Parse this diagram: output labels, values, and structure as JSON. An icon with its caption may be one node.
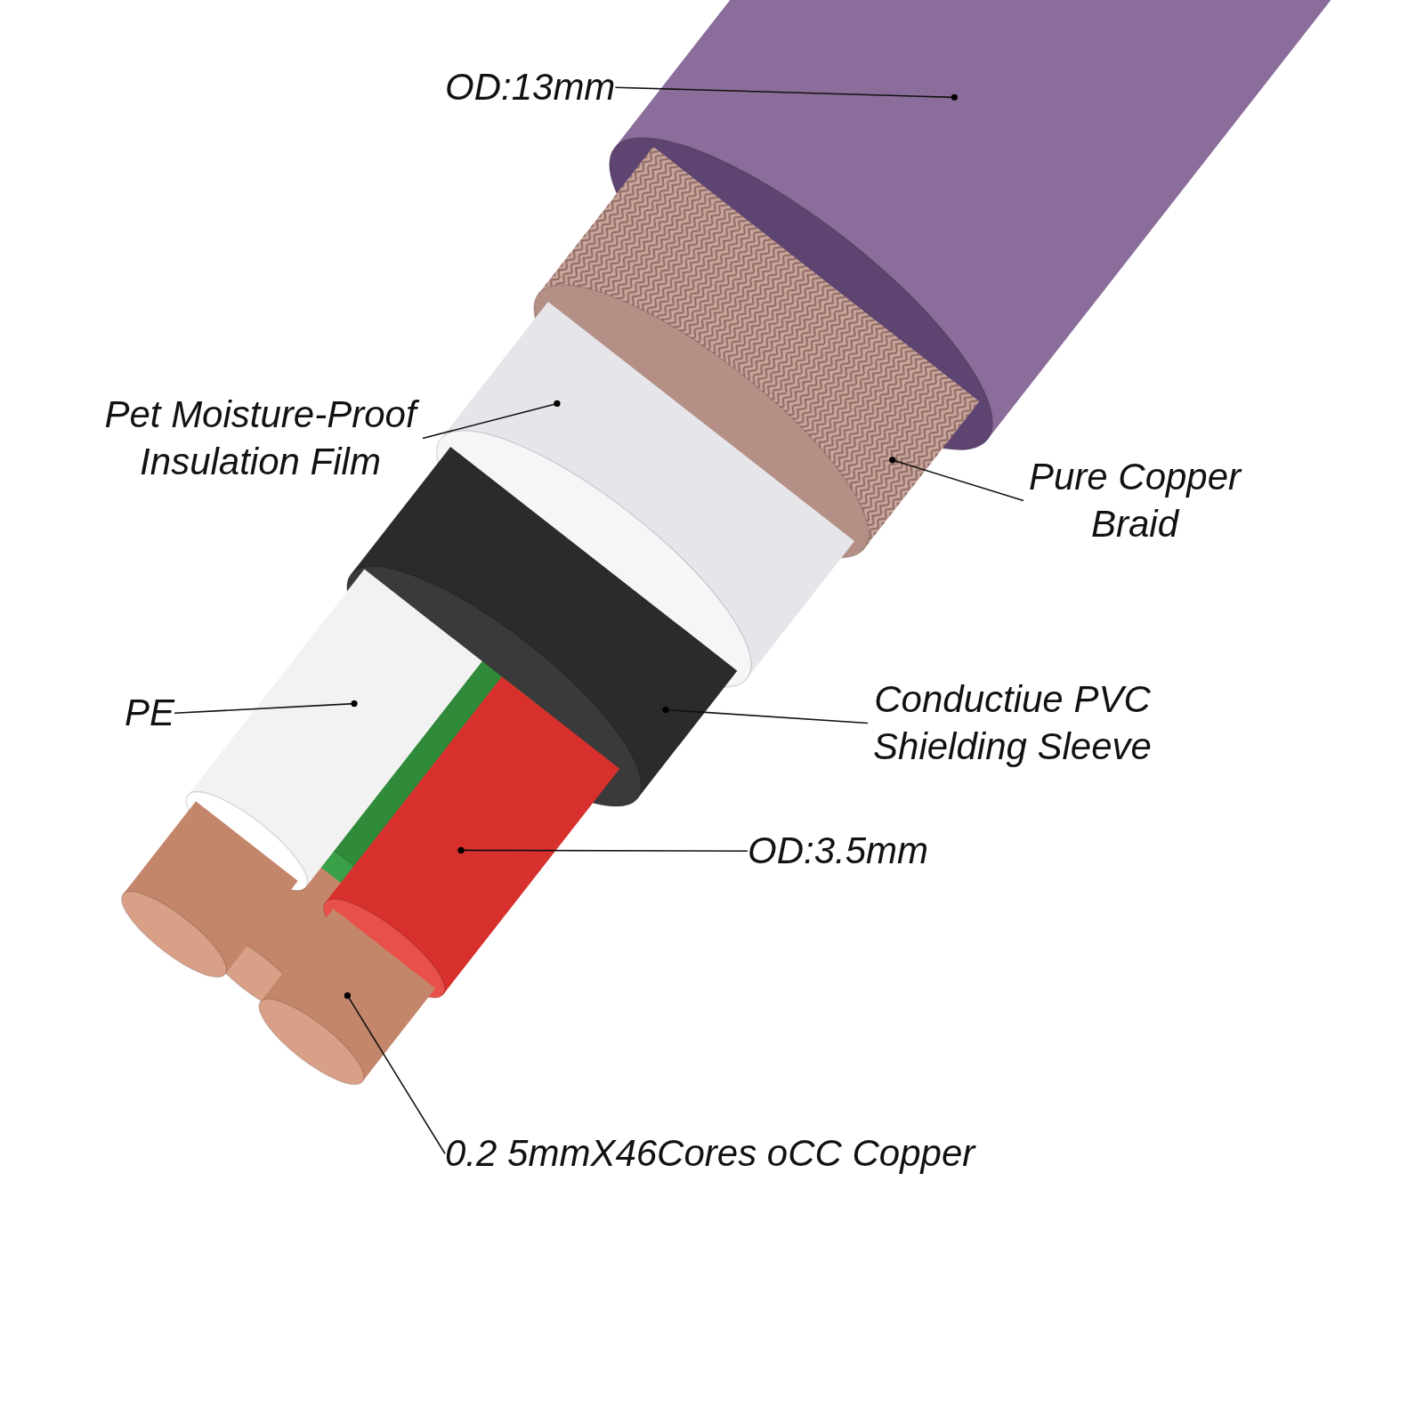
{
  "diagram": {
    "nodes": [
      {
        "text": [
          "OD:13mm"
        ]
      },
      {
        "text": [],
        "shape": "cylinder"
      },
      {
        "text": [
          "Pet Moisture-Proof Insulation Film"
        ]
      },
      {
        "text": [],
        "shape": "cylinder"
      },
      {
        "text": [
          "Pure Copper Braid"
        ]
      },
      {
        "text": [],
        "shape": "cylinder"
      },
      {
        "text": [
          "PE"
        ]
      },
      {
        "text": [],
        "shape": "cylinder"
      },
      {
        "text": [
          "Conductiue PVC Shielding Sleeve"
        ]
      },
      {
        "text": [],
        "shape": "cylinder"
      },
      {
        "text": [
          "OD:3.5mm"
        ]
      },
      {
        "text": [],
        "shape": "cylinder"
      },
      {
        "text": [
          "0.2 5mmX46Cores oCC Copper"
        ]
      },
      {
        "text": [],
        "shape": "cylinder"
      }
    ],
    "edges": [
      {
        "from": 0,
        "to": 1,
        "arrow": "other"
      },
      {
        "from": 2,
        "to": 3,
        "arrow": "other"
      },
      {
        "from": 4,
        "to": 5,
        "arrow": "other"
      },
      {
        "from": 6,
        "to": 7,
        "arrow": "other"
      },
      {
        "from": 8,
        "to": 9,
        "arrow": "other"
      },
      {
        "from": 10,
        "to": 11,
        "arrow": "other"
      },
      {
        "from": 12,
        "to": 13,
        "arrow": "other"
      }
    ]
  }
}
